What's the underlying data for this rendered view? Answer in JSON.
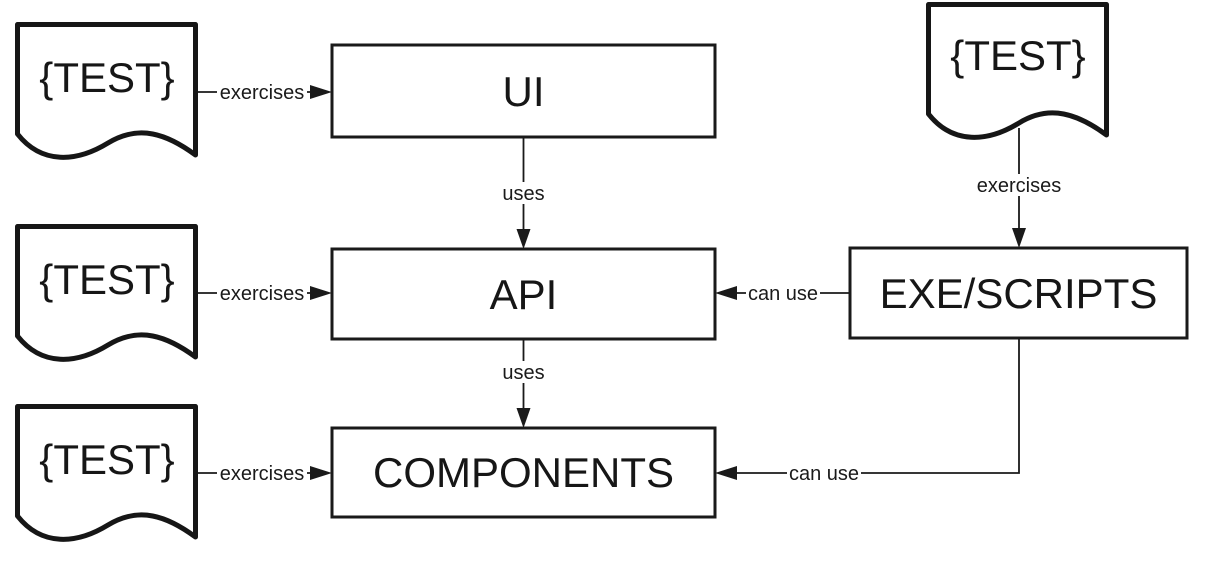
{
  "diagram": {
    "documents": [
      {
        "id": "test-doc-top-left",
        "label": "{TEST}"
      },
      {
        "id": "test-doc-mid-left",
        "label": "{TEST}"
      },
      {
        "id": "test-doc-bottom-left",
        "label": "{TEST}"
      },
      {
        "id": "test-doc-top-right",
        "label": "{TEST}"
      }
    ],
    "boxes": [
      {
        "id": "ui",
        "label": "UI"
      },
      {
        "id": "api",
        "label": "API"
      },
      {
        "id": "components",
        "label": "COMPONENTS"
      },
      {
        "id": "exe-scripts",
        "label": "EXE/SCRIPTS"
      }
    ],
    "edges": [
      {
        "id": "test1-to-ui",
        "label": "exercises"
      },
      {
        "id": "test2-to-api",
        "label": "exercises"
      },
      {
        "id": "test3-to-components",
        "label": "exercises"
      },
      {
        "id": "ui-to-api",
        "label": "uses"
      },
      {
        "id": "api-to-components",
        "label": "uses"
      },
      {
        "id": "test4-to-exe-scripts",
        "label": "exercises"
      },
      {
        "id": "exe-to-api",
        "label": "can use"
      },
      {
        "id": "exe-to-components",
        "label": "can use"
      }
    ],
    "colors": {
      "stroke": "#1a1a1a",
      "background": "#ffffff"
    }
  }
}
